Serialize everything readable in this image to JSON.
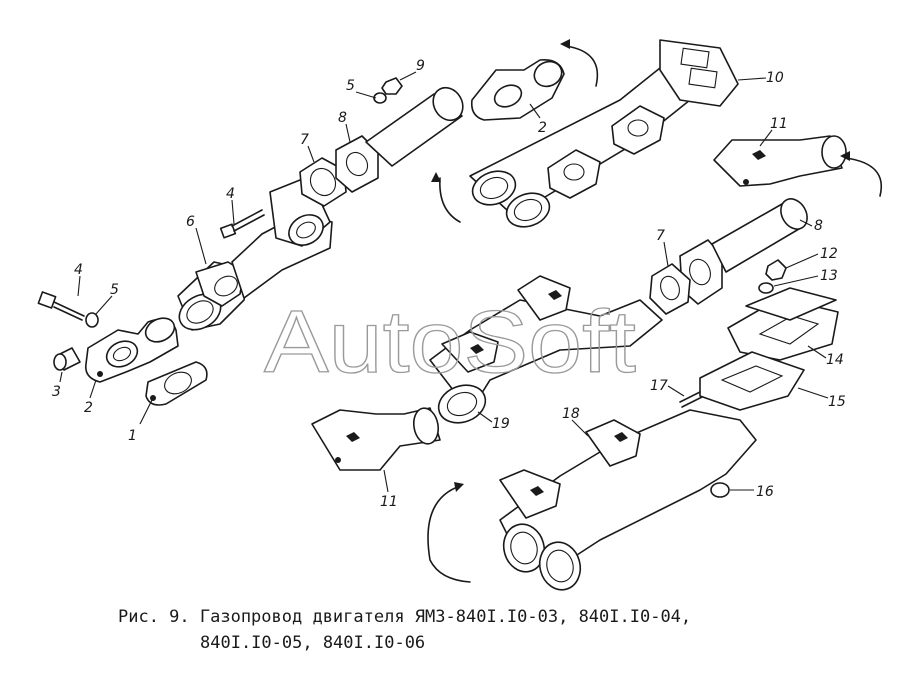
{
  "watermark": "AutoSoft",
  "caption": {
    "line1": "Рис. 9. Газопровод двигателя ЯМЗ-840I.I0-03, 840I.I0-04,",
    "line2": "840I.I0-05, 840I.I0-06"
  },
  "labels": {
    "l1": "1",
    "l2a": "2",
    "l2b": "2",
    "l3": "3",
    "l4a": "4",
    "l4b": "4",
    "l5a": "5",
    "l5b": "5",
    "l6": "6",
    "l7a": "7",
    "l7b": "7",
    "l8a": "8",
    "l8b": "8",
    "l9": "9",
    "l10": "10",
    "l11a": "11",
    "l11b": "11",
    "l12": "12",
    "l13": "13",
    "l14": "14",
    "l15": "15",
    "l16": "16",
    "l17": "17",
    "l18": "18",
    "l19": "19"
  }
}
